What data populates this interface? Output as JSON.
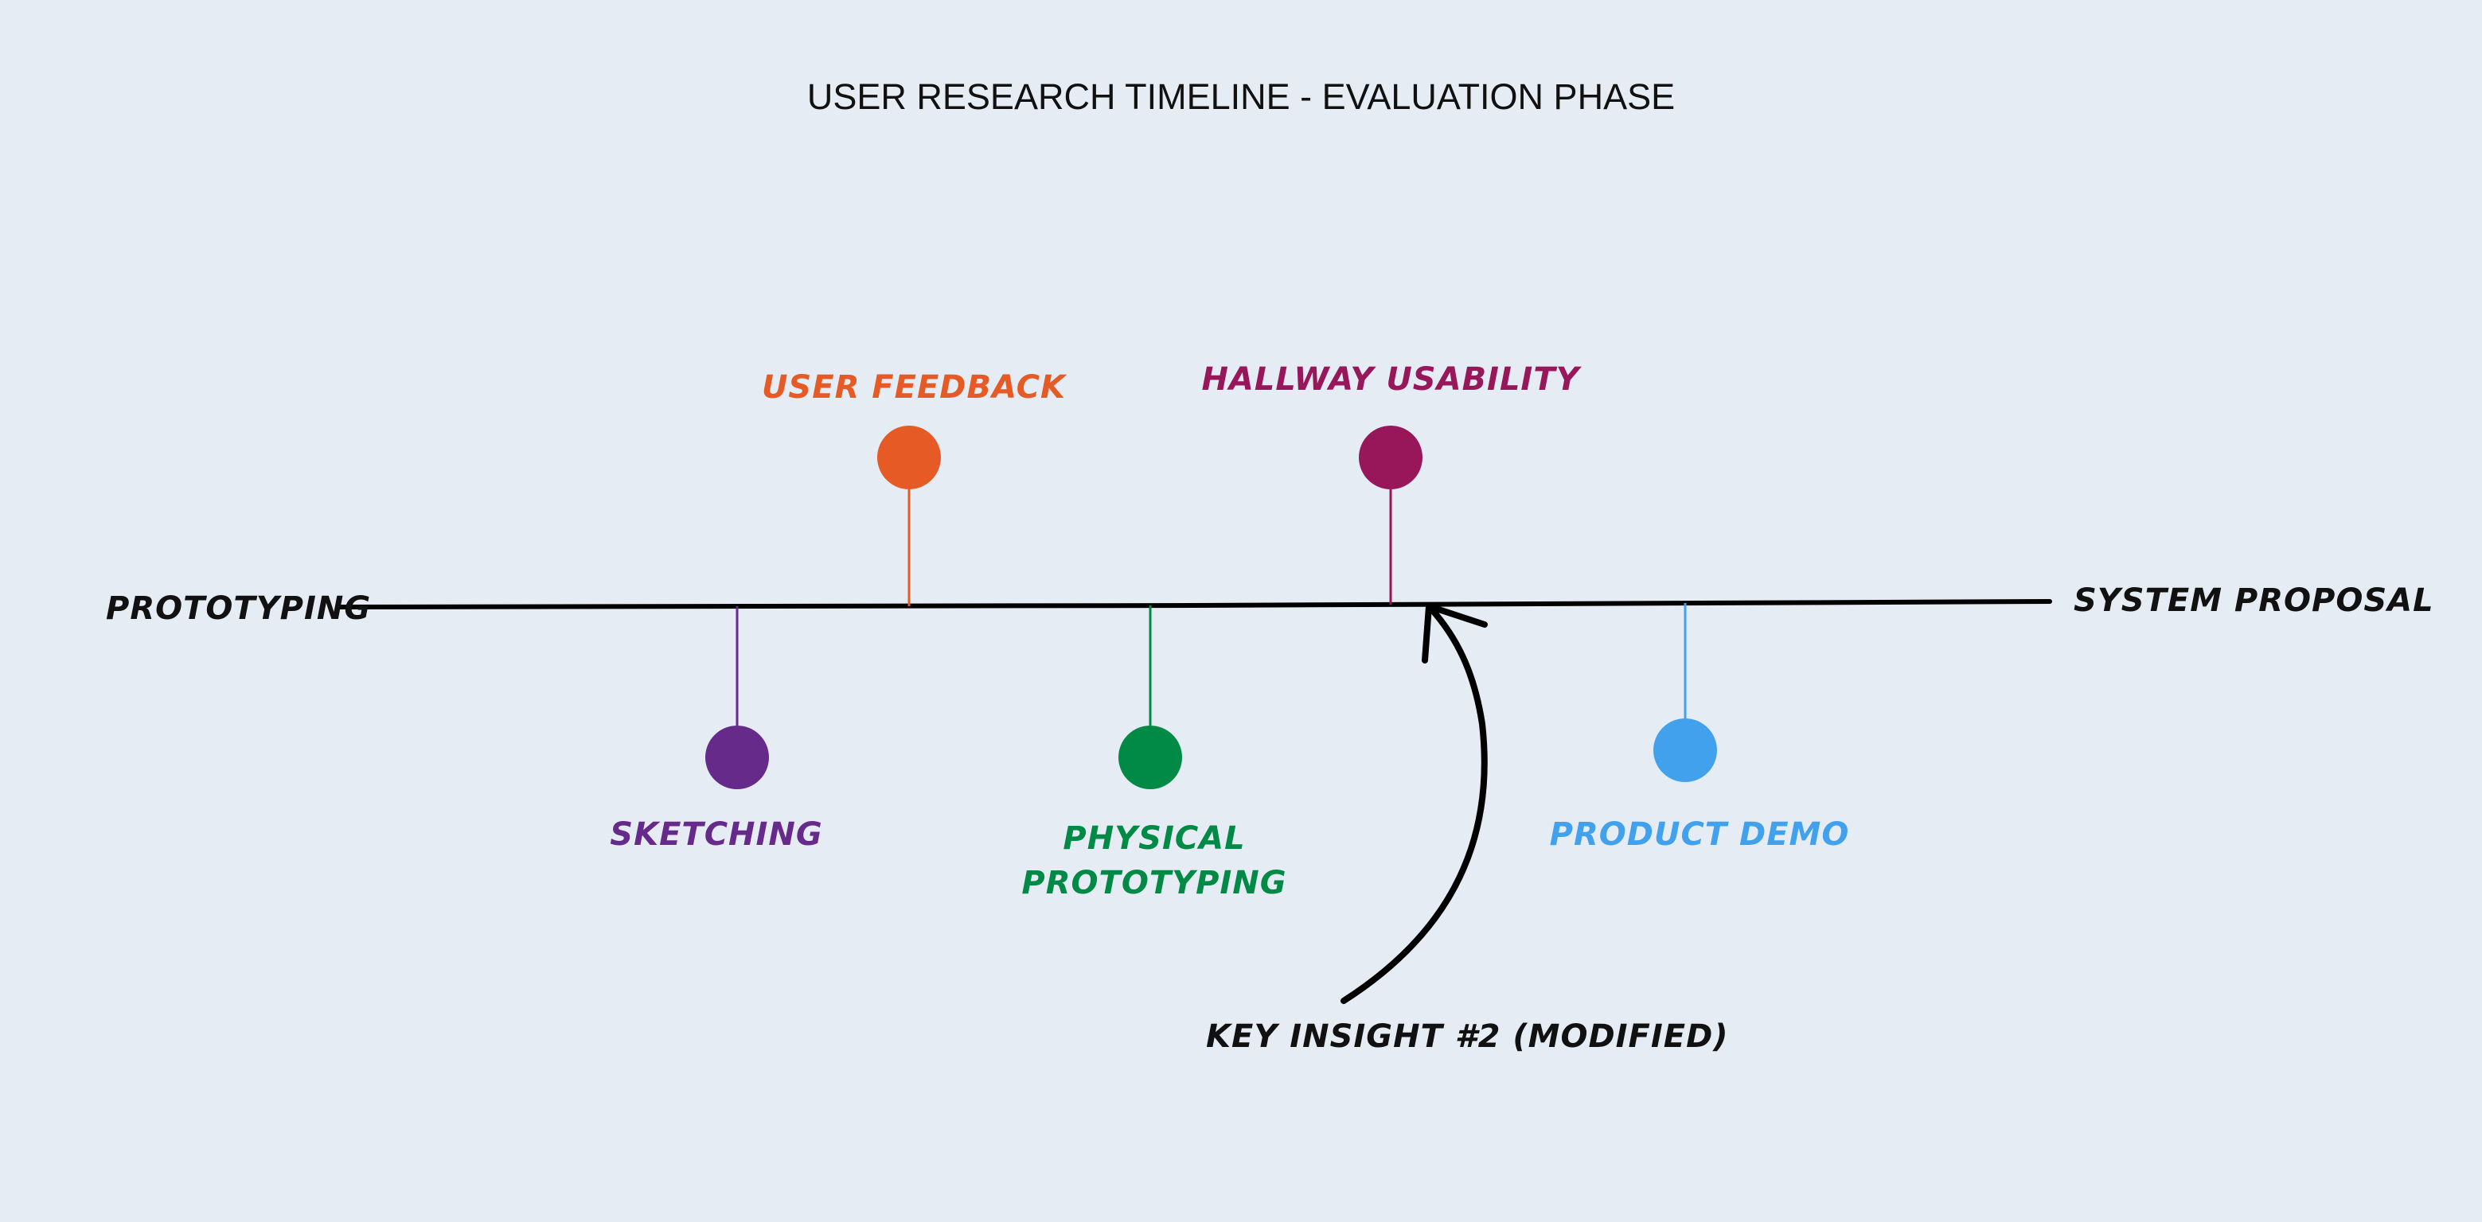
{
  "title": "USER RESEARCH TIMELINE - EVALUATION PHASE",
  "timeline": {
    "start_label": "PROTOTYPING",
    "end_label": "SYSTEM PROPOSAL",
    "line_color": "#000000"
  },
  "events": [
    {
      "id": "user-feedback",
      "lines": [
        "USER FEEDBACK"
      ],
      "color": "#e55a25",
      "side": "above",
      "order": 2
    },
    {
      "id": "hallway-usability",
      "lines": [
        "HALLWAY USABILITY"
      ],
      "color": "#97175a",
      "side": "above",
      "order": 4
    },
    {
      "id": "sketching",
      "lines": [
        "SKETCHING"
      ],
      "color": "#662a8a",
      "side": "below",
      "order": 1
    },
    {
      "id": "physical-prototyping",
      "lines": [
        "PHYSICAL",
        "PROTOTYPING"
      ],
      "color": "#008a45",
      "side": "below",
      "order": 3
    },
    {
      "id": "product-demo",
      "lines": [
        "PRODUCT DEMO"
      ],
      "color": "#42a1ec",
      "side": "below",
      "order": 5
    }
  ],
  "callout": {
    "label": "KEY INSIGHT #2 (MODIFIED)",
    "target_event": "hallway-usability",
    "color": "#000000"
  }
}
